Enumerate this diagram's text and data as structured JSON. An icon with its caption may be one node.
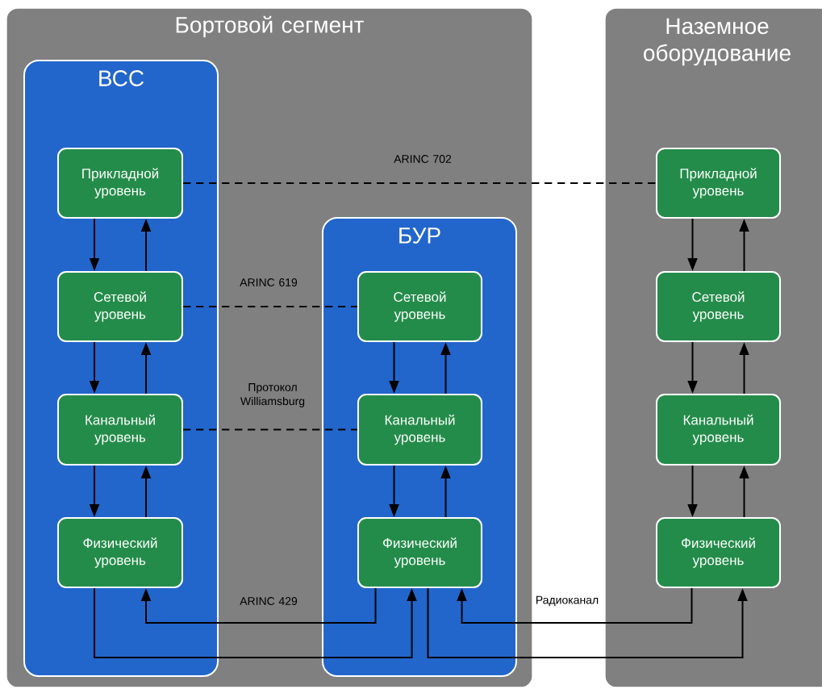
{
  "diagram": {
    "nodes": [
      {
        "text": [
          "Бортовой сегмент"
        ]
      },
      {
        "text": [
          "ВСС"
        ],
        "in": 0
      },
      {
        "text": [
          "Прикладной уровень"
        ],
        "in": 1
      },
      {
        "text": [
          "Сетевой уровень"
        ],
        "in": 1
      },
      {
        "text": [
          "Канальный уровень"
        ],
        "in": 1
      },
      {
        "text": [
          "Физический уровень"
        ],
        "in": 1
      },
      {
        "text": [
          "БУР"
        ],
        "in": 0
      },
      {
        "text": [
          "Сетевой уровень"
        ],
        "in": 6
      },
      {
        "text": [
          "Канальный уровень"
        ],
        "in": 6
      },
      {
        "text": [
          "Физический уровень"
        ],
        "in": 6
      },
      {
        "text": [
          "Наземное оборудование"
        ]
      },
      {
        "text": [
          "Прикладной уровень"
        ],
        "in": 10
      },
      {
        "text": [
          "Сетевой уровень"
        ],
        "in": 10
      },
      {
        "text": [
          "Канальный уровень"
        ],
        "in": 10
      },
      {
        "text": [
          "Физический уровень"
        ],
        "in": 10
      }
    ],
    "edges": [
      {
        "from": 2,
        "to": 3,
        "arrow": "to"
      },
      {
        "from": 3,
        "to": 2,
        "arrow": "to"
      },
      {
        "from": 3,
        "to": 4,
        "arrow": "to"
      },
      {
        "from": 4,
        "to": 3,
        "arrow": "to"
      },
      {
        "from": 4,
        "to": 5,
        "arrow": "to"
      },
      {
        "from": 5,
        "to": 4,
        "arrow": "to"
      },
      {
        "from": 7,
        "to": 8,
        "arrow": "to"
      },
      {
        "from": 8,
        "to": 7,
        "arrow": "to"
      },
      {
        "from": 8,
        "to": 9,
        "arrow": "to"
      },
      {
        "from": 9,
        "to": 8,
        "arrow": "to"
      },
      {
        "from": 11,
        "to": 12,
        "arrow": "to"
      },
      {
        "from": 12,
        "to": 11,
        "arrow": "to"
      },
      {
        "from": 12,
        "to": 13,
        "arrow": "to"
      },
      {
        "from": 13,
        "to": 12,
        "arrow": "to"
      },
      {
        "from": 13,
        "to": 14,
        "arrow": "to"
      },
      {
        "from": 14,
        "to": 13,
        "arrow": "to"
      },
      {
        "from": 2,
        "to": 11,
        "arrow": "none",
        "style": "dashed",
        "label": "ARINC 702"
      },
      {
        "from": 3,
        "to": 7,
        "arrow": "none",
        "style": "dashed",
        "label": "ARINC 619"
      },
      {
        "from": 4,
        "to": 8,
        "arrow": "none",
        "style": "dashed",
        "label": "Протокол Williamsburg"
      },
      {
        "from": 9,
        "to": 5,
        "arrow": "to",
        "label": "ARINC 429"
      },
      {
        "from": 5,
        "to": 9,
        "arrow": "to"
      },
      {
        "from": 14,
        "to": 9,
        "arrow": "to",
        "label": "Радиоканал"
      },
      {
        "from": 9,
        "to": 14,
        "arrow": "to"
      }
    ]
  }
}
